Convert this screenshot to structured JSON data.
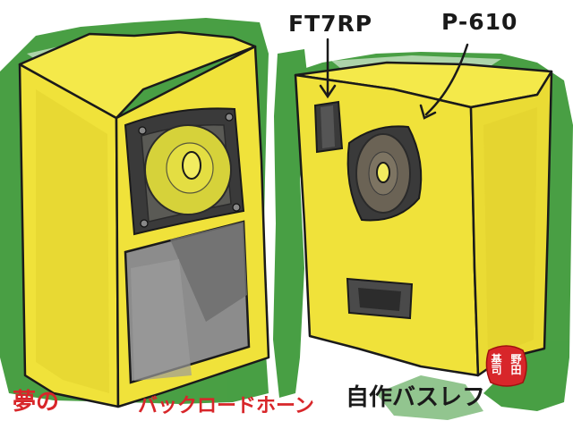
{
  "labels": {
    "tweeter": "FT7RP",
    "woofer": "P-610"
  },
  "captions": {
    "dream_prefix": "夢の",
    "back_load_horn": "バックロードホーン",
    "homemade_bass_reflex": "自作バスレフ"
  },
  "seal": {
    "text": "野田基司"
  },
  "colors": {
    "cabinet_yellow": "#f0e23a",
    "cabinet_shadow": "#d9c828",
    "green_wash": "#3f9a3a",
    "ink": "#1a1a1a",
    "caption_red": "#d8262a",
    "horn_gray": "#8c8c8c",
    "driver_frame": "#3a3a3a",
    "woofer_cone": "#6b6355"
  }
}
